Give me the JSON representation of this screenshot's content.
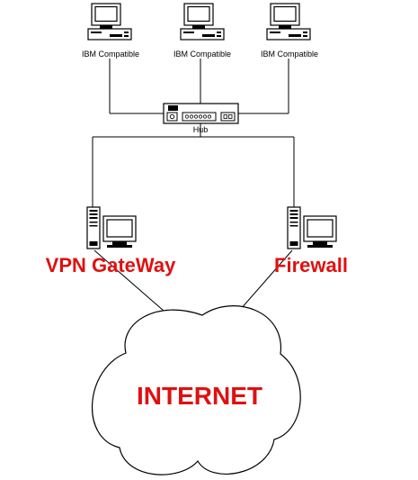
{
  "workstations": [
    {
      "label": "IBM Compatible"
    },
    {
      "label": "IBM Compatible"
    },
    {
      "label": "IBM Compatible"
    }
  ],
  "hub": {
    "label": "Hub"
  },
  "vpn_gateway": {
    "label": "VPN GateWay"
  },
  "firewall": {
    "label": "Firewall"
  },
  "internet": {
    "label": "INTERNET"
  },
  "colors": {
    "label_red": "#e01010",
    "line": "#000000",
    "background": "#ffffff"
  }
}
